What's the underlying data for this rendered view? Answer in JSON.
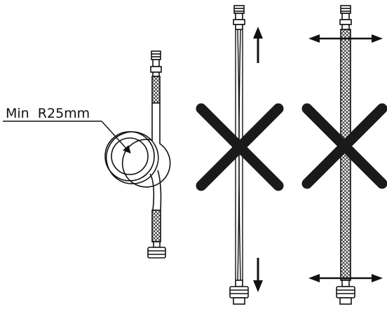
{
  "annotation": {
    "bend_radius_label": "Min  R25mm"
  },
  "colors": {
    "line": "#111111",
    "cross": "#1a1a1a",
    "background": "#ffffff"
  },
  "panels": [
    {
      "id": "hose-bend",
      "status": "allowed",
      "icon": "min-bend-radius-icon"
    },
    {
      "id": "hose-stretch",
      "status": "prohibited",
      "icon": "cross-icon"
    },
    {
      "id": "hose-twist",
      "status": "prohibited",
      "icon": "cross-icon"
    }
  ]
}
